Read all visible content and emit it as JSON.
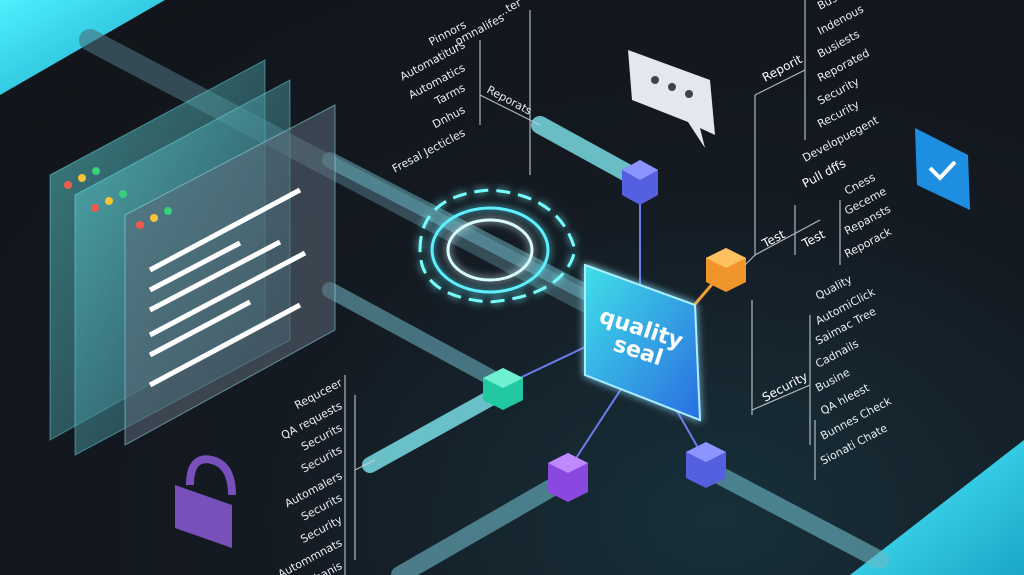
{
  "seal": {
    "line1": "quality",
    "line2": "seal"
  },
  "top_tree": {
    "branch": "Reporats",
    "items": [
      "...ter",
      "...omnalifes",
      "Pinnors",
      "Automatiturs",
      "Automatics",
      "Tarms",
      "Dnhus",
      "Fresal Jecticles"
    ]
  },
  "right_tree": {
    "report_branch": "Reporit",
    "report_items": [
      "Busi...",
      "Indenous",
      "Busiests",
      "Reporated",
      "Security",
      "Recurity"
    ],
    "development": "Developuegent",
    "pull": "Pull dffs",
    "test_branch": "Test",
    "test_sub": "Test",
    "test_items": [
      "Cness",
      "Geceme",
      "Repansts",
      "Reporack"
    ],
    "security_branch": "Security",
    "security_items": [
      "Quality",
      "AutomiClick",
      "Saimac Tree",
      "Cadnails",
      "Busine",
      "QA hleest",
      "Bunnes Check",
      "Sionati Chate"
    ]
  },
  "left_tree": {
    "items": [
      "Requceer",
      "QA requests",
      "Securits",
      "Securits",
      "Automalers",
      "Securits",
      "Security",
      "Autommnats",
      "face sehanis"
    ]
  },
  "icons": [
    "browser-window-icon",
    "gear-icon",
    "chat-bubble-icon",
    "checkmark-badge-icon",
    "lock-icon",
    "cube-node-icon"
  ],
  "colors": {
    "accent": "#3ee6f0",
    "seal": "#2aa8e8",
    "cube_blue": "#5560e0",
    "cube_orange": "#f0952a",
    "cube_green": "#22c9a0",
    "cube_purple": "#8a48e0",
    "lock": "#8a5ad8"
  }
}
